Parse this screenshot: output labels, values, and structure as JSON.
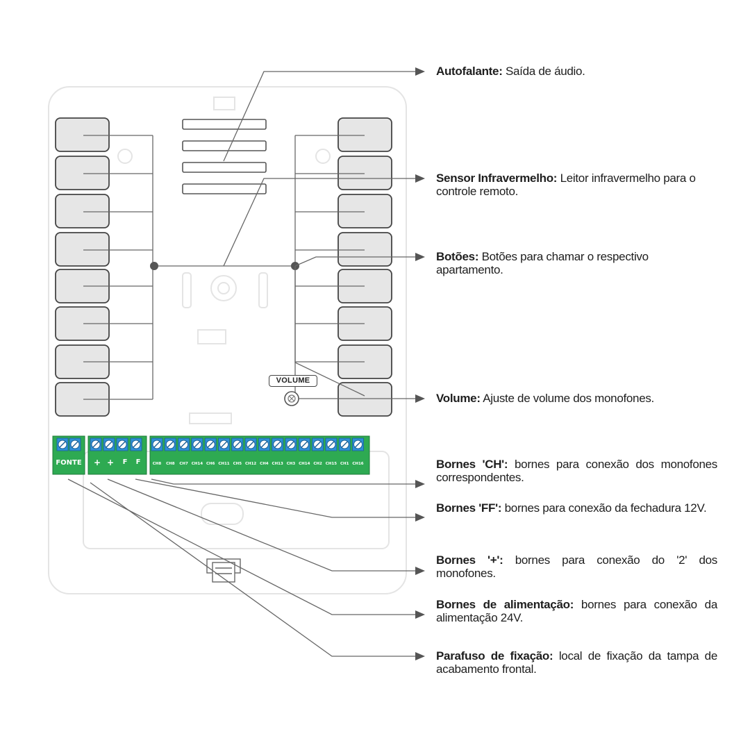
{
  "callouts": [
    {
      "id": "autofalante",
      "title": "Autofalante:",
      "text": " Saída de áudio."
    },
    {
      "id": "sensor",
      "title": "Sensor Infravermelho:",
      "text": " Leitor infravermelho para o controle remoto."
    },
    {
      "id": "botoes",
      "title": "Botões:",
      "text": " Botões para chamar o respectivo apartamento."
    },
    {
      "id": "volume",
      "title": "Volume:",
      "text": " Ajuste de volume dos monofones."
    },
    {
      "id": "bornes-ch",
      "title": "Bornes 'CH':",
      "text": " bornes para conexão dos monofones correspondentes."
    },
    {
      "id": "bornes-ff",
      "title": "Bornes 'FF':",
      "text": " bornes para conexão da fechadura 12V."
    },
    {
      "id": "bornes-plus",
      "title": "Bornes '+':",
      "text": " bornes para conexão do '2' dos monofones."
    },
    {
      "id": "bornes-alim",
      "title": "Bornes de alimentação:",
      "text": " bornes para conexão da alimentação 24V."
    },
    {
      "id": "parafuso",
      "title": "Parafuso de fixação:",
      "text": " local de fixação da tampa de acabamento frontal."
    }
  ],
  "volume_label": "VOLUME",
  "terminals": {
    "fonte": "FONTE",
    "plus": [
      "+",
      "+"
    ],
    "ff": [
      "F",
      "F"
    ],
    "ch": [
      "CH8",
      "CH8",
      "CH7",
      "CH14",
      "CH6",
      "CH11",
      "CH5",
      "CH12",
      "CH4",
      "CH13",
      "CH3",
      "CH14",
      "CH2",
      "CH15",
      "CH1",
      "CH16"
    ]
  },
  "colors": {
    "terminal_green": "#2eaa52",
    "terminal_blue": "#2f8fd6",
    "button_fill": "#e6e6e6",
    "line": "#555555"
  }
}
